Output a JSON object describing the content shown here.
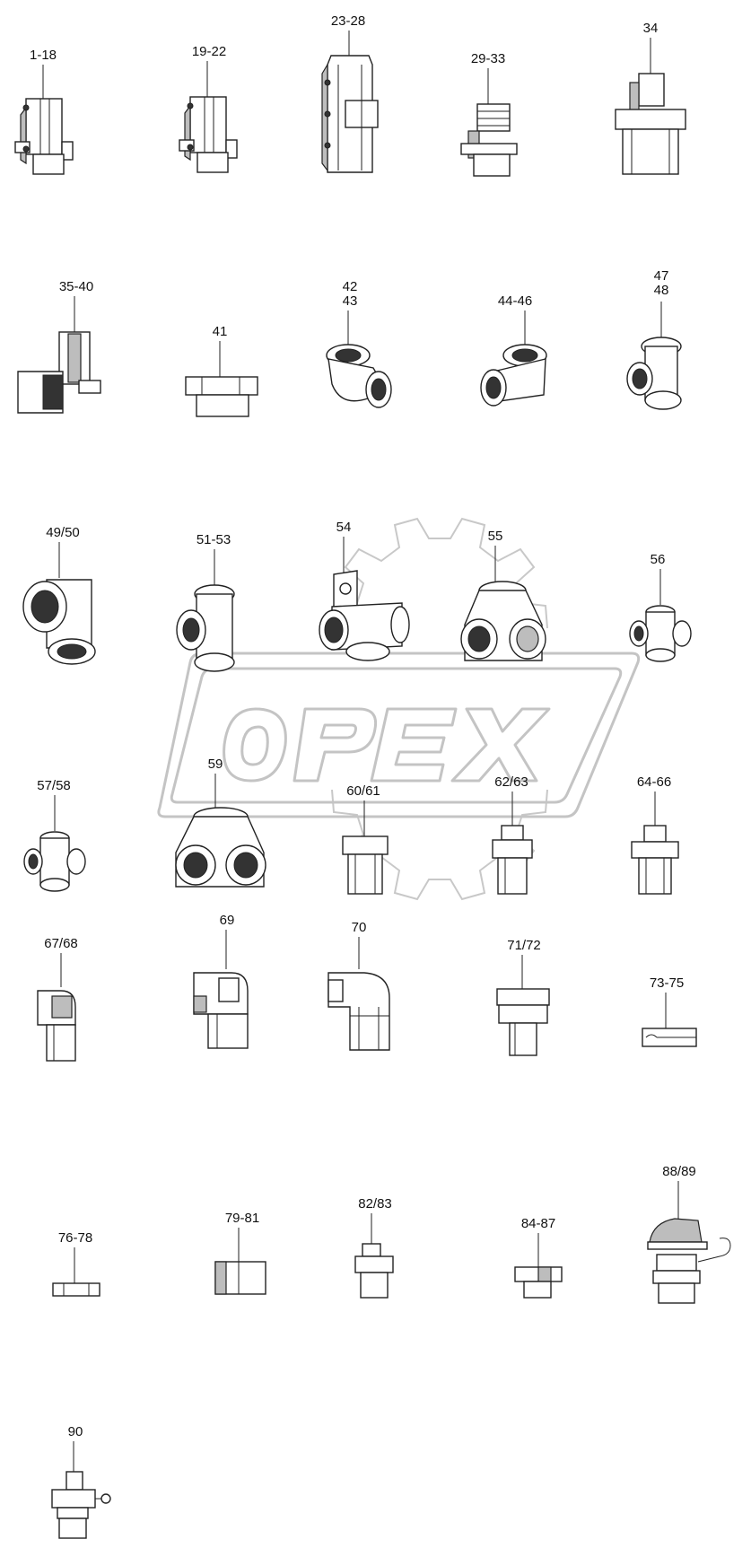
{
  "watermark": {
    "text": "OPEX",
    "color": "#bdbdbd"
  },
  "parts": [
    {
      "id": "p1",
      "label": "1-18",
      "icon": "union-fitting-icon"
    },
    {
      "id": "p2",
      "label": "19-22",
      "icon": "union-fitting-icon"
    },
    {
      "id": "p3",
      "label": "23-28",
      "icon": "push-in-connector-icon"
    },
    {
      "id": "p4",
      "label": "29-33",
      "icon": "threaded-adapter-icon"
    },
    {
      "id": "p5",
      "label": "34",
      "icon": "straight-adapter-icon"
    },
    {
      "id": "p6",
      "label": "35-40",
      "icon": "swivel-elbow-icon"
    },
    {
      "id": "p7",
      "label": "41",
      "icon": "reducer-bushing-icon"
    },
    {
      "id": "p8",
      "labels": [
        "42",
        "43"
      ],
      "icon": "elbow-icon"
    },
    {
      "id": "p9",
      "label": "44-46",
      "icon": "elbow-icon"
    },
    {
      "id": "p10",
      "labels": [
        "47",
        "48"
      ],
      "icon": "tee-icon"
    },
    {
      "id": "p11",
      "label": "49/50",
      "icon": "tee-icon"
    },
    {
      "id": "p12",
      "label": "51-53",
      "icon": "tee-icon"
    },
    {
      "id": "p13",
      "label": "54",
      "icon": "bracket-tee-icon"
    },
    {
      "id": "p14",
      "label": "55",
      "icon": "four-way-block-icon"
    },
    {
      "id": "p15",
      "label": "56",
      "icon": "cross-icon"
    },
    {
      "id": "p16",
      "label": "57/58",
      "icon": "cross-icon"
    },
    {
      "id": "p17",
      "label": "59",
      "icon": "four-way-block-icon"
    },
    {
      "id": "p18",
      "label": "60/61",
      "icon": "nipple-icon"
    },
    {
      "id": "p19",
      "label": "62/63",
      "icon": "nipple-icon"
    },
    {
      "id": "p20",
      "label": "64-66",
      "icon": "nipple-icon"
    },
    {
      "id": "p21",
      "label": "67/68",
      "icon": "elbow-adapter-icon"
    },
    {
      "id": "p22",
      "label": "69",
      "icon": "elbow-adapter-icon"
    },
    {
      "id": "p23",
      "label": "70",
      "icon": "elbow-adapter-icon"
    },
    {
      "id": "p24",
      "label": "71/72",
      "icon": "plug-adapter-icon"
    },
    {
      "id": "p25",
      "label": "73-75",
      "icon": "lock-nut-icon"
    },
    {
      "id": "p26",
      "label": "76-78",
      "icon": "hex-nut-icon"
    },
    {
      "id": "p27",
      "label": "79-81",
      "icon": "sleeve-icon"
    },
    {
      "id": "p28",
      "label": "82/83",
      "icon": "plug-icon"
    },
    {
      "id": "p29",
      "label": "84-87",
      "icon": "hex-plug-icon"
    },
    {
      "id": "p30",
      "label": "88/89",
      "icon": "test-coupling-icon"
    },
    {
      "id": "p31",
      "label": "90",
      "icon": "test-coupling-icon"
    }
  ]
}
